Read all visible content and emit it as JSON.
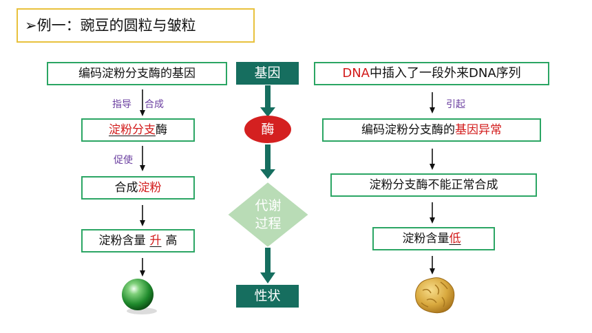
{
  "title": "➢例一：豌豆的圆粒与皱粒",
  "left": {
    "box1": "编码淀粉分支酶的基因",
    "label1a": "指导",
    "label1b": "合成",
    "box2_red": "淀粉分支",
    "box2_rest": "酶",
    "label2": "促使",
    "box3_prefix": "合成",
    "box3_red": "淀粉",
    "box4_prefix": "淀粉含量",
    "box4_answer": "升",
    "box4_suffix": "高"
  },
  "center": {
    "gene": "基因",
    "enzyme": "酶",
    "process_line1": "代谢",
    "process_line2": "过程",
    "trait": "性状"
  },
  "right": {
    "box1_red": "DNA",
    "box1_rest": "中插入了一段外来DNA序列",
    "label1": "引起",
    "box2_prefix": "编码淀粉分支酶的",
    "box2_red": "基因异常",
    "box3": "淀粉分支酶不能正常合成",
    "box4_prefix": "淀粉含量",
    "box4_red": "低"
  },
  "colors": {
    "green_border": "#2aa563",
    "teal": "#166e5f",
    "red": "#d21a1a",
    "title_border": "#e8c13c",
    "purple": "#6b3fa0"
  }
}
